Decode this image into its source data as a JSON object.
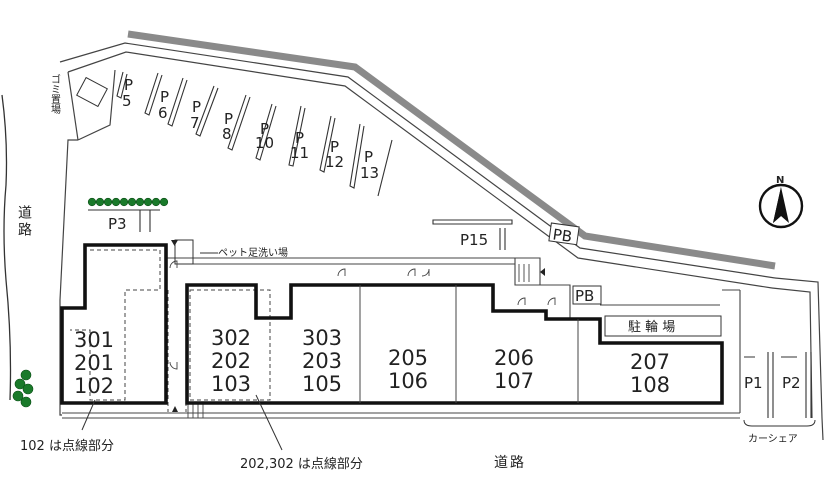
{
  "parking": {
    "p1": {
      "label": "P"
    },
    "n1": "1",
    "p5": "P",
    "n5": "5",
    "p6": "P",
    "n6": "6",
    "p7": "P",
    "n7": "7",
    "p8": "P",
    "n8": "8",
    "p10": "P",
    "n10": "10",
    "p11": "P",
    "n11": "11",
    "p12": "P",
    "n12": "12",
    "p13": "P",
    "n13": "13",
    "p3": "P3",
    "p15": "P15",
    "pb_top": "PB",
    "pb_mid": "PB",
    "lot_p1": "P1",
    "lot_p2": "P2"
  },
  "units": {
    "u1": {
      "a": "301",
      "b": "201",
      "c": "102"
    },
    "u2": {
      "a": "302",
      "b": "202",
      "c": "103"
    },
    "u3": {
      "a": "303",
      "b": "203",
      "c": "105"
    },
    "u4": {
      "a": "205",
      "b": "106"
    },
    "u5": {
      "a": "206",
      "b": "107"
    },
    "u6": {
      "a": "207",
      "b": "108"
    }
  },
  "labels": {
    "garbage": "ゴミ置場",
    "pet_wash": "ペット足洗い場",
    "bike": "駐 輪 場",
    "car_share": "カーシェア",
    "road_left": "道路",
    "road_bottom": "道路",
    "note_102": "102 は点線部分",
    "note_202": "202,302 は点線部分",
    "north": "N"
  }
}
